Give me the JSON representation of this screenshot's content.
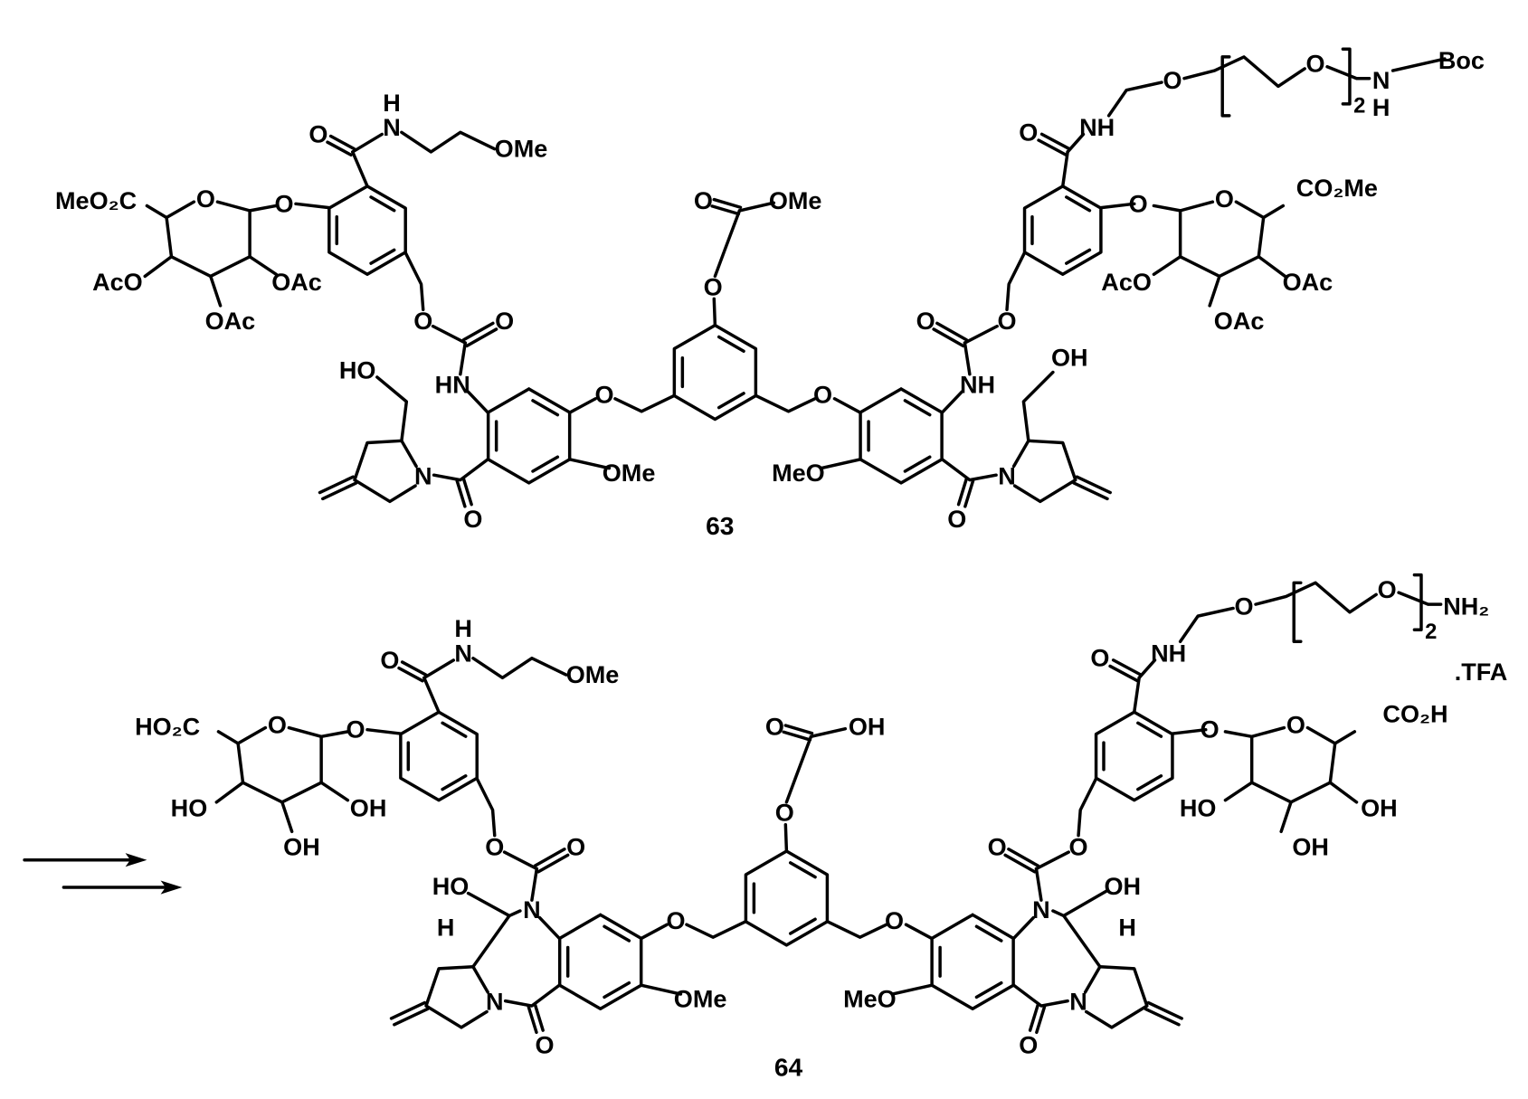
{
  "compound_63": {
    "number": "63",
    "atom_labels": [
      "O",
      "H",
      "N",
      "OMe",
      "MeO₂C",
      "O",
      "O",
      "AcO",
      "OAc",
      "OAc",
      "O",
      "O",
      "HN",
      "HO",
      "N",
      "O",
      "O",
      "OMe",
      "O",
      "OMe",
      "O",
      "O",
      "MeO",
      "NH",
      "OH",
      "N",
      "O",
      "O",
      "O",
      "O",
      "NH",
      "O",
      "O",
      "2",
      "N",
      "H",
      "Boc",
      "O",
      "O",
      "CO₂Me",
      "AcO",
      "OAc",
      "OAc"
    ]
  },
  "compound_64": {
    "number": "64",
    "salt": ".TFA",
    "atom_labels": [
      "O",
      "H",
      "N",
      "OMe",
      "HO₂C",
      "O",
      "O",
      "HO",
      "OH",
      "OH",
      "O",
      "O",
      "N",
      "HO",
      "N",
      "O",
      "O",
      "OMe",
      "O",
      "OH",
      "O",
      "O",
      "MeO",
      "N",
      "OH",
      "N",
      "O",
      "O",
      "O",
      "O",
      "NH",
      "O",
      "O",
      "2",
      "NH₂",
      "H",
      "H",
      "O",
      "O",
      "CO₂H",
      "HO",
      "OH",
      "OH"
    ]
  },
  "reaction": {
    "arrows": 2,
    "arrow_icon": "right-arrow"
  }
}
